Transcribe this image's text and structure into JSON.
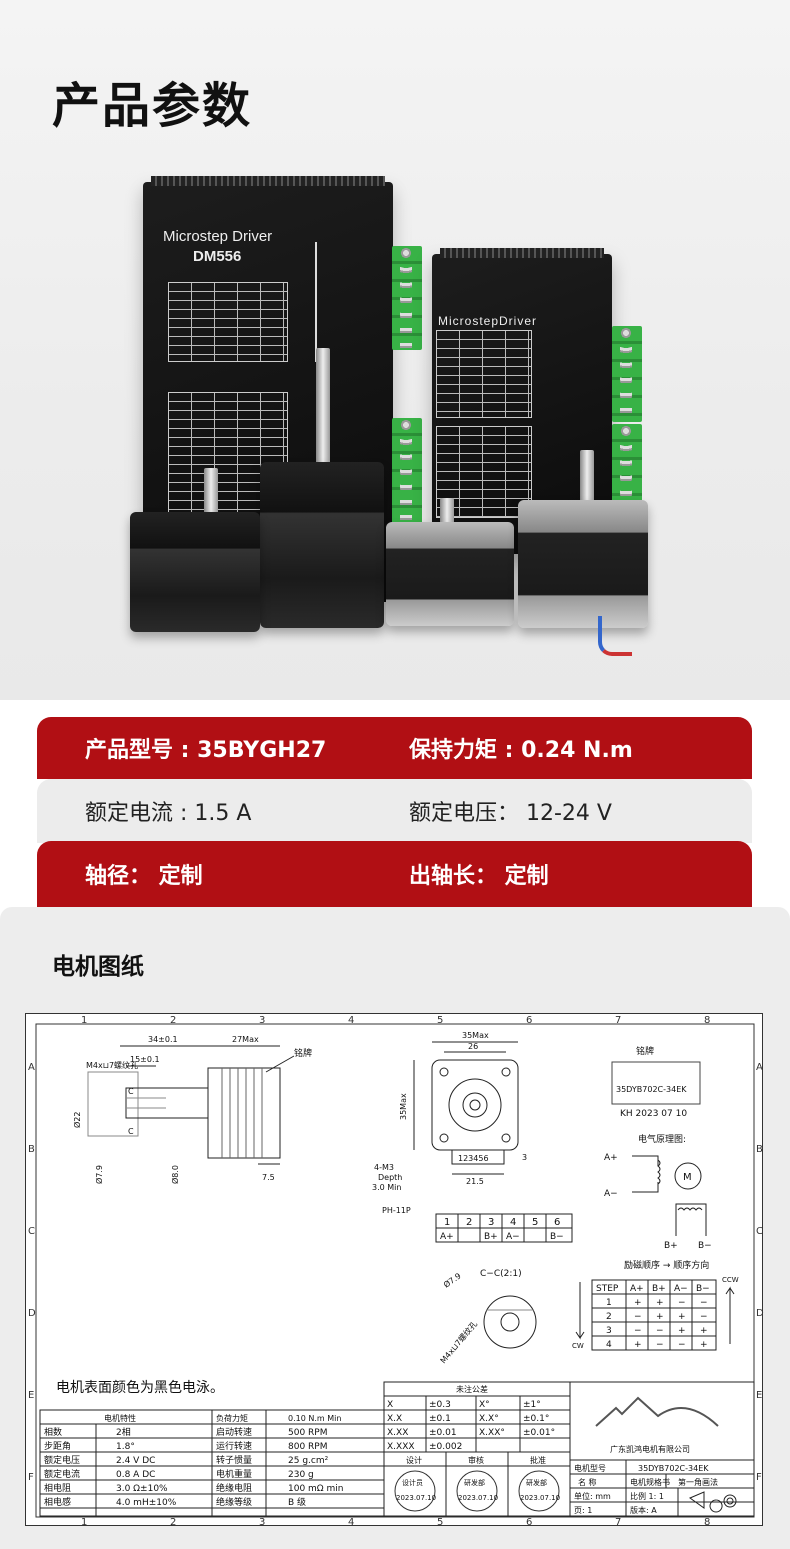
{
  "header": {
    "title": "产品参数"
  },
  "product_art": {
    "driver_large_label": "Microstep Driver",
    "driver_large_model": "DM556",
    "driver_small_label": "MicrostepDriver"
  },
  "specs": {
    "rows": [
      [
        {
          "text": "产品型号 : 35BYGH27"
        },
        {
          "text": "保持力矩 : 0.24 N.m"
        }
      ],
      [
        {
          "text": "额定电流 : 1.5 A"
        },
        {
          "text": "额定电压： 12-24 V"
        }
      ],
      [
        {
          "text": "轴径： 定制"
        },
        {
          "text": "出轴长： 定制"
        }
      ]
    ]
  },
  "drawing": {
    "section_title": "电机图纸",
    "col_numbers": [
      "1",
      "2",
      "3",
      "4",
      "5",
      "6",
      "7",
      "8"
    ],
    "row_letters": [
      "A",
      "B",
      "C",
      "D",
      "E",
      "F"
    ],
    "dims": {
      "d34": "34±0.1",
      "d27max": "27Max",
      "d15": "15±0.1",
      "m4": "M4x⊔7螺纹孔",
      "phi22": "Ø22",
      "phi79": "Ø7.9",
      "phi8": "Ø8.0",
      "d75": "7.5",
      "c_mark": "C",
      "nameplate_arrow": "铭牌",
      "d35max": "35Max",
      "d26": "26",
      "d35max_v": "35Max",
      "m3_1": "4-M3",
      "m3_2": "Depth",
      "m3_3": "3.0 Min",
      "ph": "PH-11P",
      "conn": "123456",
      "d215": "21.5",
      "d3": "3"
    },
    "nameplate": {
      "title": "铭牌",
      "line1": "35DYB702C-34EK",
      "line2": "KH  2023  07  10"
    },
    "circuit": {
      "title": "电气原理图:",
      "a_plus": "A+",
      "a_minus": "A−",
      "b_plus": "B+",
      "b_minus": "B−",
      "motor": "M"
    },
    "pins": {
      "nums": [
        "1",
        "2",
        "3",
        "4",
        "5",
        "6"
      ],
      "labels": [
        "A+",
        "",
        "B+",
        "A−",
        "",
        "B−"
      ]
    },
    "section_cc": {
      "label": "C−C(2:1)",
      "phi": "Ø7.9",
      "m4": "M4x⊔7螺纹孔"
    },
    "sequence": {
      "title": "励磁顺序  →  顺序方向",
      "header": [
        "STEP",
        "A+",
        "B+",
        "A−",
        "B−"
      ],
      "rows": [
        [
          "1",
          "+",
          "+",
          "−",
          "−"
        ],
        [
          "2",
          "−",
          "+",
          "+",
          "−"
        ],
        [
          "3",
          "−",
          "−",
          "+",
          "+"
        ],
        [
          "4",
          "+",
          "−",
          "−",
          "+"
        ]
      ],
      "ccw": "CCW",
      "cw": "CW"
    },
    "note": "电机表面颜色为黑色电泳。",
    "tolerance": {
      "title": "未注公差",
      "rows": [
        [
          "X",
          "±0.3",
          "X°",
          "±1°"
        ],
        [
          "X.X",
          "±0.1",
          "X.X°",
          "±0.1°"
        ],
        [
          "X.XX",
          "±0.01",
          "X.XX°",
          "±0.01°"
        ],
        [
          "X.XXX",
          "±0.002",
          "",
          ""
        ]
      ]
    },
    "specs_table": {
      "header": [
        "电机特性",
        "",
        "负荷力矩",
        "0.10 N.m  Min"
      ],
      "rows": [
        [
          "相数",
          "2相",
          "启动转速",
          "500 RPM"
        ],
        [
          "步距角",
          "1.8°",
          "运行转速",
          "800 RPM"
        ],
        [
          "额定电压",
          "2.4 V DC",
          "转子惯量",
          "25 g.cm²"
        ],
        [
          "额定电流",
          "0.8 A DC",
          "电机重量",
          "230 g"
        ],
        [
          "相电阻",
          "3.0 Ω±10%",
          "绝缘电阻",
          "100 mΩ min"
        ],
        [
          "相电感",
          "4.0 mH±10%",
          "绝缘等级",
          "B 级"
        ]
      ]
    },
    "approvals": {
      "labels": [
        "设计",
        "审核",
        "批准"
      ],
      "date": "2023.07.10",
      "stamps": [
        "设计员",
        "研发部",
        "研发部"
      ]
    },
    "title_block": {
      "company": "广东凯鸿电机有限公司",
      "model_label": "电机型号",
      "model_value": "35DYB702C-34EK",
      "name_label": "名 称",
      "name_value": "电机规格书",
      "view": "第一角画法",
      "unit": "单位: mm",
      "scale": "比例 1: 1",
      "page": "页: 1",
      "version": "版本: A"
    }
  }
}
